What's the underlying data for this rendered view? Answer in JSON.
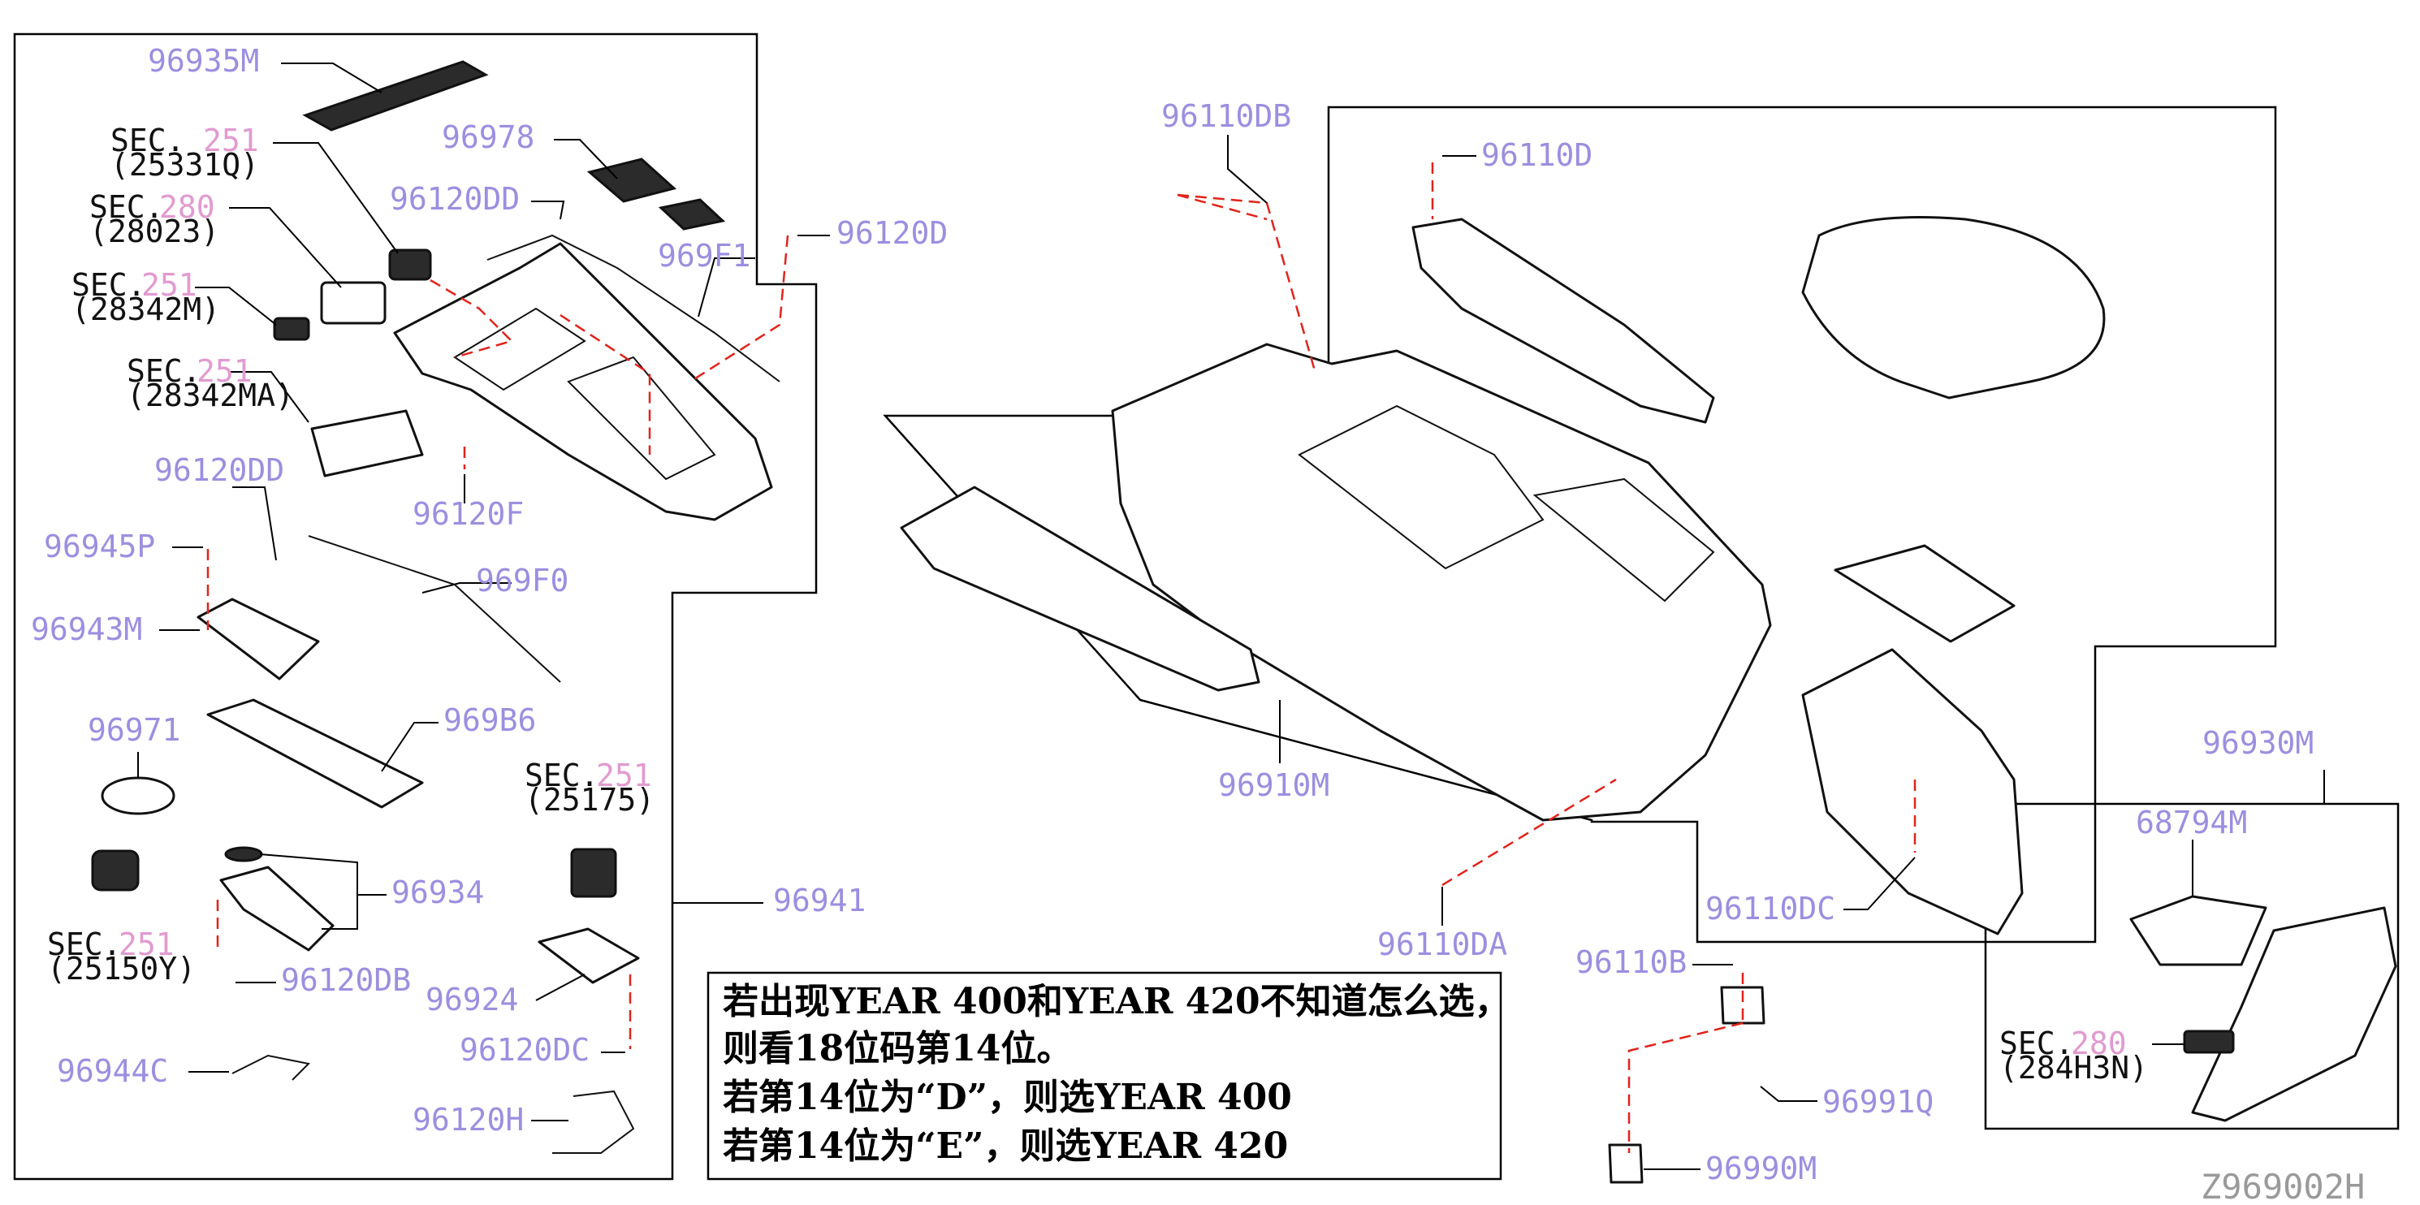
{
  "drawing_id": "Z969002H",
  "callouts": {
    "p96935M": "96935M",
    "sec251_25331Q_sec": "SEC.",
    "sec251_25331Q_num": "251",
    "sec251_25331Q_ref": "(25331Q)",
    "p96978": "96978",
    "sec280_28023_sec": "SEC.",
    "sec280_28023_num": "280",
    "sec280_28023_ref": "(28023)",
    "p96120DD_a": "96120DD",
    "p96120D": "96120D",
    "sec251_28342M_sec": "SEC.",
    "sec251_28342M_num": "251",
    "sec251_28342M_ref": "(28342M)",
    "p969F1": "969F1",
    "sec251_28342MA_sec": "SEC.",
    "sec251_28342MA_num": "251",
    "sec251_28342MA_ref": "(28342MA)",
    "p96120F": "96120F",
    "p96120DD_b": "96120DD",
    "p96945P": "96945P",
    "p969F0": "969F0",
    "p96943M": "96943M",
    "p96971": "96971",
    "p969B6": "969B6",
    "sec251_25175_sec": "SEC.",
    "sec251_25175_num": "251",
    "sec251_25175_ref": "(25175)",
    "p96934": "96934",
    "p96941": "96941",
    "sec251_25150Y_sec": "SEC.",
    "sec251_25150Y_num": "251",
    "sec251_25150Y_ref": "(25150Y)",
    "p96120DB": "96120DB",
    "p96924": "96924",
    "p96120DC": "96120DC",
    "p96944C": "96944C",
    "p96120H": "96120H",
    "p96110DB": "96110DB",
    "p96110D": "96110D",
    "p96910M": "96910M",
    "p96110DC": "96110DC",
    "p96110DA": "96110DA",
    "p96930M": "96930M",
    "p68794M": "68794M",
    "sec280_284H3N_sec": "SEC.",
    "sec280_284H3N_num": "280",
    "sec280_284H3N_ref": "(284H3N)",
    "p96110B": "96110B",
    "p96991Q": "96991Q",
    "p96990M": "96990M"
  },
  "note": {
    "line1": "若出现YEAR 400和YEAR 420不知道怎么选，",
    "line2": "则看18位码第14位。",
    "line3": "若第14位为“D”，则选YEAR 400",
    "line4": "若第14位为“E”，则选YEAR 420"
  },
  "colors": {
    "part_number": "#9b8fe0",
    "section_number": "#e29ad0",
    "fastener_path": "#e2231a",
    "line": "#000000"
  }
}
